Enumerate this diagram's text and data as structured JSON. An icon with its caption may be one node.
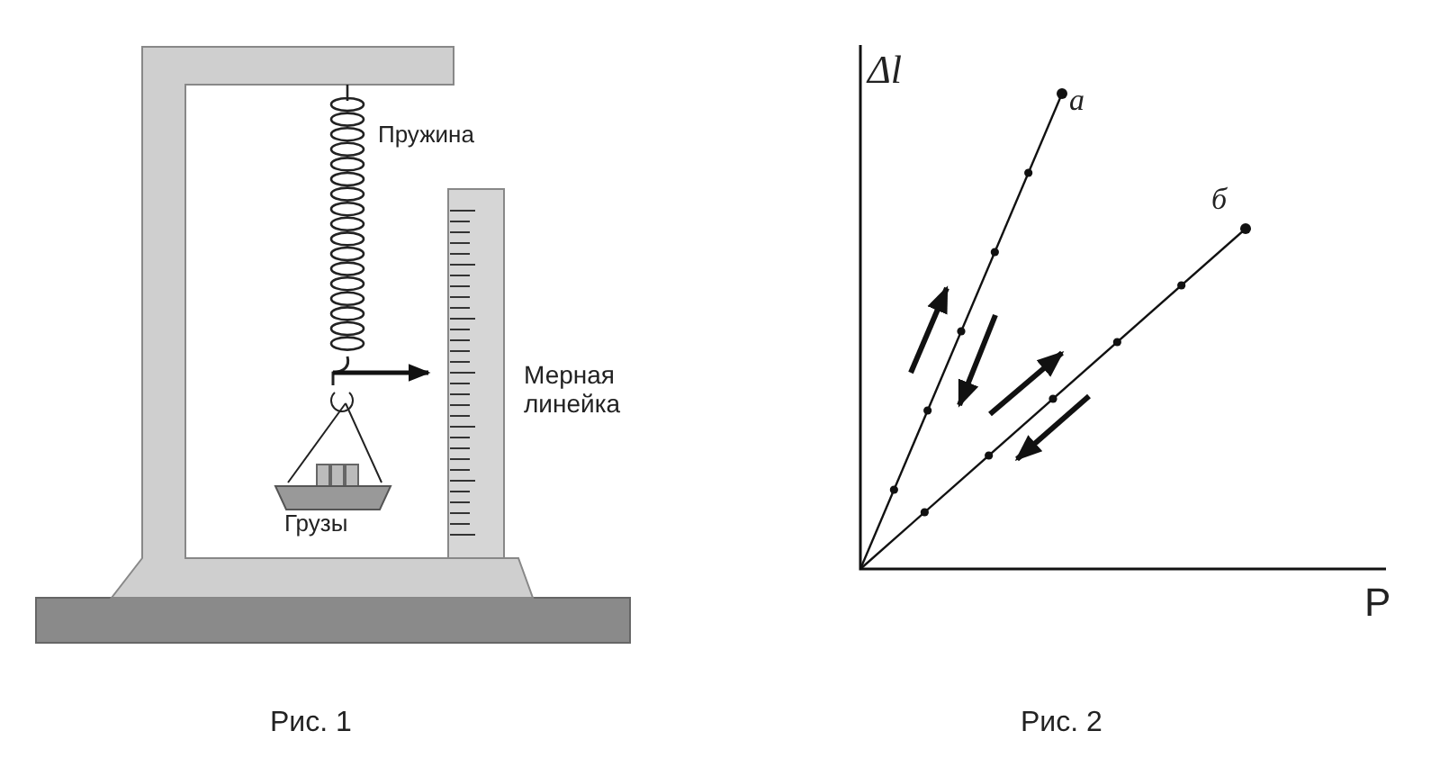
{
  "diagram": {
    "labels": [
      "Пружина",
      "Мерная линейка",
      "Грузы",
      "Рис. 1",
      "Δl",
      "a",
      "б",
      "P",
      "Рис. 2"
    ]
  }
}
